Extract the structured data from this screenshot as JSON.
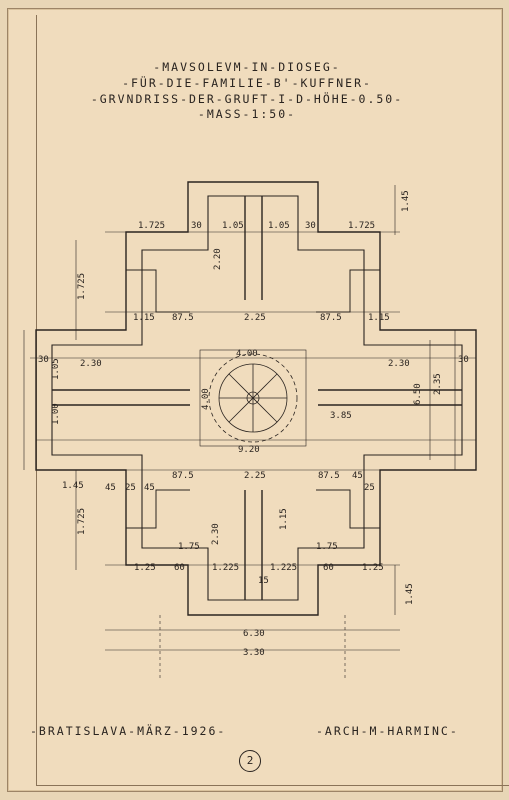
{
  "title_lines": [
    "-MAVSOLEVM-IN-DIOSEG-",
    "-FÜR-DIE-FAMILIE-B'-KUFFNER-",
    "-GRVNDRISS-DER-GRUFT-I-D-HÖHE-0.50-",
    "-MASS-1:50-"
  ],
  "footer": {
    "place_date": "-BRATISLAVA-MÄRZ-1926-",
    "architect": "-ARCH-M-HARMINC-"
  },
  "sheet_number": "2",
  "dimensions": {
    "top_row": [
      "1.725",
      "30",
      "1.05",
      "1.05",
      "30",
      "1.725"
    ],
    "top_right": "1.45",
    "top_center_vertical": "2.20",
    "left_upper": "1.725",
    "upper_row": [
      "1.15",
      "87.5",
      "2.25",
      "87.5",
      "1.15"
    ],
    "circle_diameter": "4.00",
    "left_mid_a": "2.30",
    "right_mid_a": "2.30",
    "left_small": "30",
    "right_small": "30",
    "vert_left": [
      "1.05",
      "1.00"
    ],
    "right_vert": [
      "6.50",
      "2.35"
    ],
    "center_span": "9.20",
    "right_arrow": "3.85",
    "lower_row": [
      "87.5",
      "2.25",
      "87.5",
      "45"
    ],
    "left_lower": [
      "1.45",
      "45",
      "25",
      "45",
      "1.725"
    ],
    "right_25": "25",
    "lower_center_vertical": [
      "2.30",
      "1.15"
    ],
    "bottom_small": [
      "1.75",
      "1.75"
    ],
    "bottom_row": [
      "1.25",
      "60",
      "1.225",
      "1.225",
      "60",
      "1.25"
    ],
    "bottom_mid": "15",
    "bottom_right": "1.45",
    "overall_a": "6.30",
    "overall_b": "3.30"
  }
}
